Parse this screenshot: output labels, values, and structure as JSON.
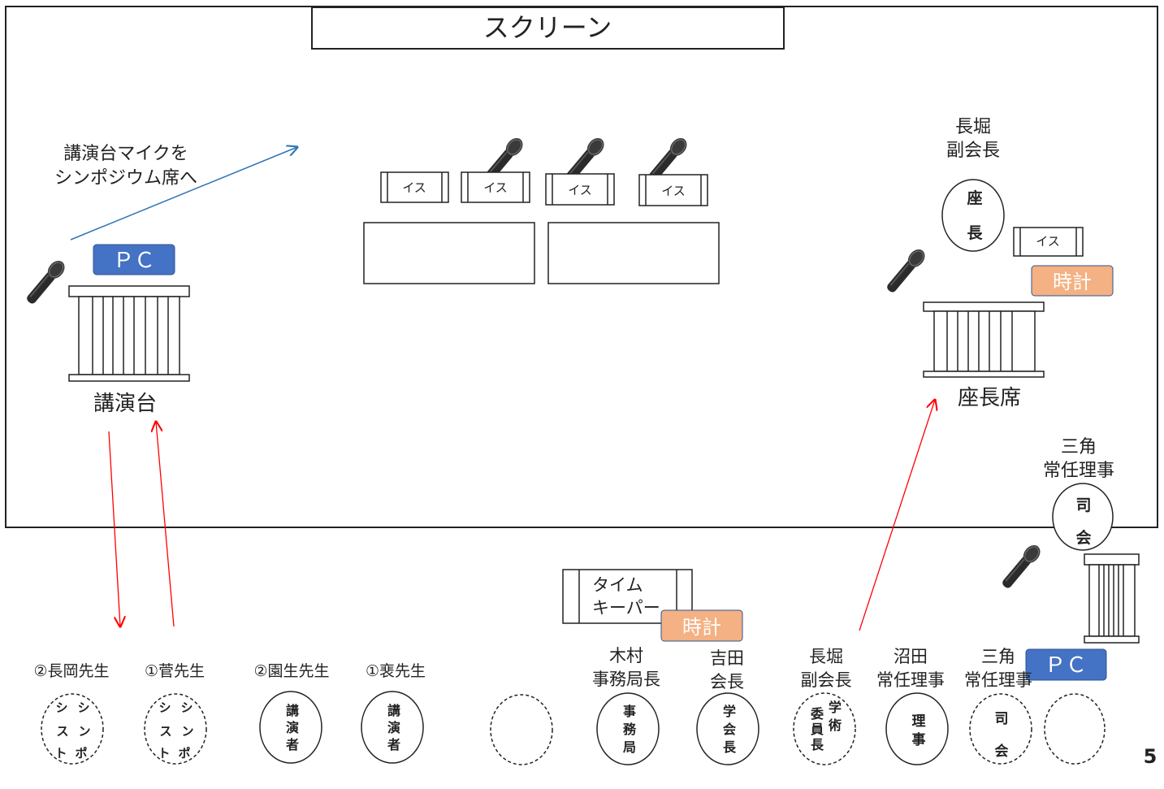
{
  "screen": {
    "label": "スクリーン"
  },
  "podium": {
    "label": "講演台",
    "pc": "ＰＣ"
  },
  "arrow_note": {
    "lines": [
      "講演台マイクを",
      "シンポジウム席へ"
    ]
  },
  "symposium_chairs": [
    "イス",
    "イス",
    "イス",
    "イス"
  ],
  "chair_seat": {
    "name_lines": [
      "長堀",
      "副会長"
    ],
    "seat_chars": [
      "座",
      "長"
    ],
    "chair": "イス",
    "clock": "時計",
    "label": "座長席"
  },
  "mc": {
    "name_lines": [
      "三角",
      "常任理事"
    ],
    "seat_chars": [
      "司",
      "会"
    ],
    "pc": "ＰＣ"
  },
  "timekeeper": {
    "lines": [
      "タイム",
      "キーパー"
    ],
    "clock": "時計"
  },
  "audience": [
    {
      "name": "②長岡先生",
      "seat": [
        "シ",
        "シ",
        "ス",
        "ン",
        "ト",
        "ポ"
      ]
    },
    {
      "name": "①菅先生",
      "seat": [
        "シ",
        "シ",
        "ス",
        "ン",
        "ト",
        "ポ"
      ]
    },
    {
      "name": "②園生先生",
      "seat": [
        "講",
        "演",
        "者"
      ]
    },
    {
      "name": "①裵先生",
      "seat": [
        "講",
        "演",
        "者"
      ]
    },
    {
      "name_lines": [
        "木村",
        "事務局長"
      ],
      "seat": [
        "事",
        "務",
        "局"
      ]
    },
    {
      "name_lines": [
        "吉田",
        "会長"
      ],
      "seat": [
        "学",
        "会",
        "長"
      ]
    },
    {
      "name_lines": [
        "長堀",
        "副会長"
      ],
      "seat": [
        "委",
        "学",
        "員",
        "術",
        "長"
      ]
    },
    {
      "name_lines": [
        "沼田",
        "常任理事"
      ],
      "seat": [
        "理",
        "事"
      ]
    },
    {
      "name_lines": [
        "三角",
        "常任理事"
      ],
      "seat": [
        "司",
        "会"
      ]
    }
  ],
  "page_number": "5",
  "colors": {
    "blue_box": "#4472c4",
    "orange_box": "#f4b183",
    "red_arrow": "#ff0000",
    "blue_arrow": "#2e75b6"
  }
}
